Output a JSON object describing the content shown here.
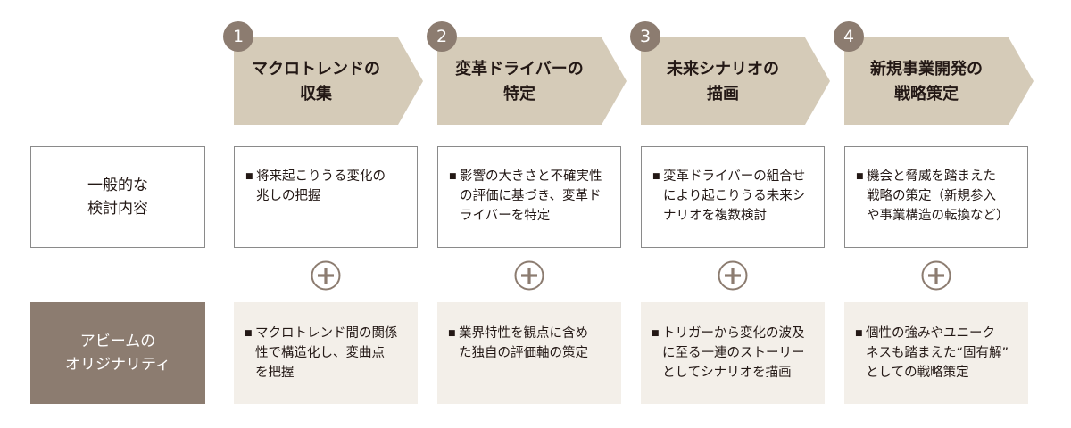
{
  "steps": [
    {
      "num": "1",
      "title_lines": [
        "マクロトレンドの",
        "収集"
      ]
    },
    {
      "num": "2",
      "title_lines": [
        "変革ドライバーの",
        "特定"
      ]
    },
    {
      "num": "3",
      "title_lines": [
        "未来シナリオの",
        "描画"
      ]
    },
    {
      "num": "4",
      "title_lines": [
        "新規事業開発の",
        "戦略策定"
      ]
    }
  ],
  "rows": {
    "general": {
      "label_lines": [
        "一般的な",
        "検討内容"
      ],
      "cells": [
        {
          "bullet": "■",
          "lines": [
            "将来起こりうる変化の",
            "兆しの把握"
          ]
        },
        {
          "bullet": "■",
          "lines": [
            "影響の大きさと不確実性",
            "の評価に基づき、変革ド",
            "ライバーを特定"
          ]
        },
        {
          "bullet": "■",
          "lines": [
            "変革ドライバーの組合せ",
            "により起こりうる未来シ",
            "ナリオを複数検討"
          ]
        },
        {
          "bullet": "■",
          "lines": [
            "機会と脅威を踏まえた",
            "戦略の策定（新規参入",
            "や事業構造の転換など）"
          ]
        }
      ]
    },
    "original": {
      "label_lines": [
        "アビームの",
        "オリジナリティ"
      ],
      "cells": [
        {
          "bullet": "■",
          "lines": [
            "マクロトレンド間の関係",
            "性で構造化し、変曲点",
            "を把握"
          ]
        },
        {
          "bullet": "■",
          "lines": [
            "業界特性を観点に含め",
            "た独自の評価軸の策定"
          ]
        },
        {
          "bullet": "■",
          "lines": [
            "トリガーから変化の波及",
            "に至る一連のストーリー",
            "としてシナリオを描画"
          ]
        },
        {
          "bullet": "■",
          "lines": [
            "個性の強みやユニーク",
            "ネスも踏まえた“固有解”",
            "としての戦略策定"
          ]
        }
      ]
    }
  },
  "colors": {
    "arrow_fill": "#d5cbb8",
    "badge_fill": "#8c7c70",
    "orig_label_fill": "#8c7c70",
    "orig_cell_fill": "#f3efe9",
    "plus_color": "#8c7c70"
  }
}
